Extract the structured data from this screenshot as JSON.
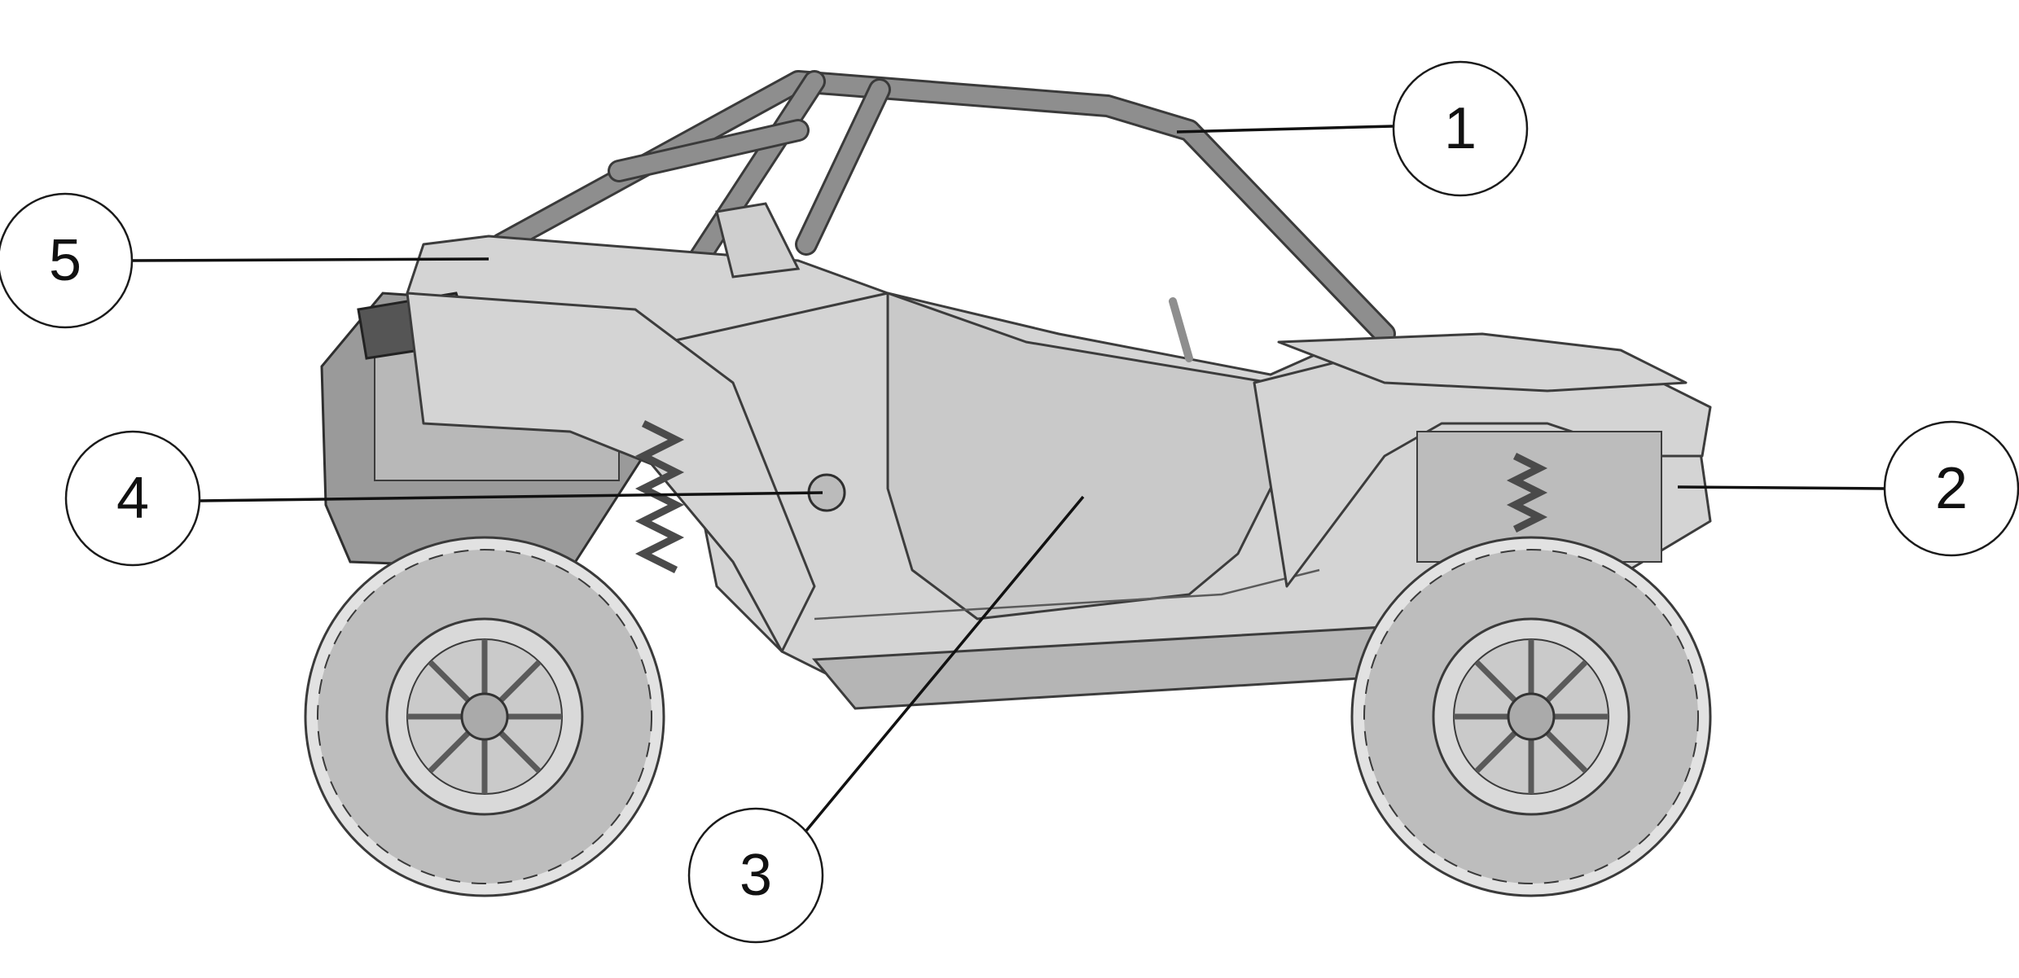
{
  "diagram": {
    "subject": "side-by-side-utility-vehicle",
    "callouts": [
      {
        "id": "callout-1",
        "label": "1"
      },
      {
        "id": "callout-2",
        "label": "2"
      },
      {
        "id": "callout-3",
        "label": "3"
      },
      {
        "id": "callout-4",
        "label": "4"
      },
      {
        "id": "callout-5",
        "label": "5"
      }
    ]
  },
  "colors": {
    "background": "#ffffff",
    "line": "#111111",
    "body_gray": "#d4d4d4"
  }
}
